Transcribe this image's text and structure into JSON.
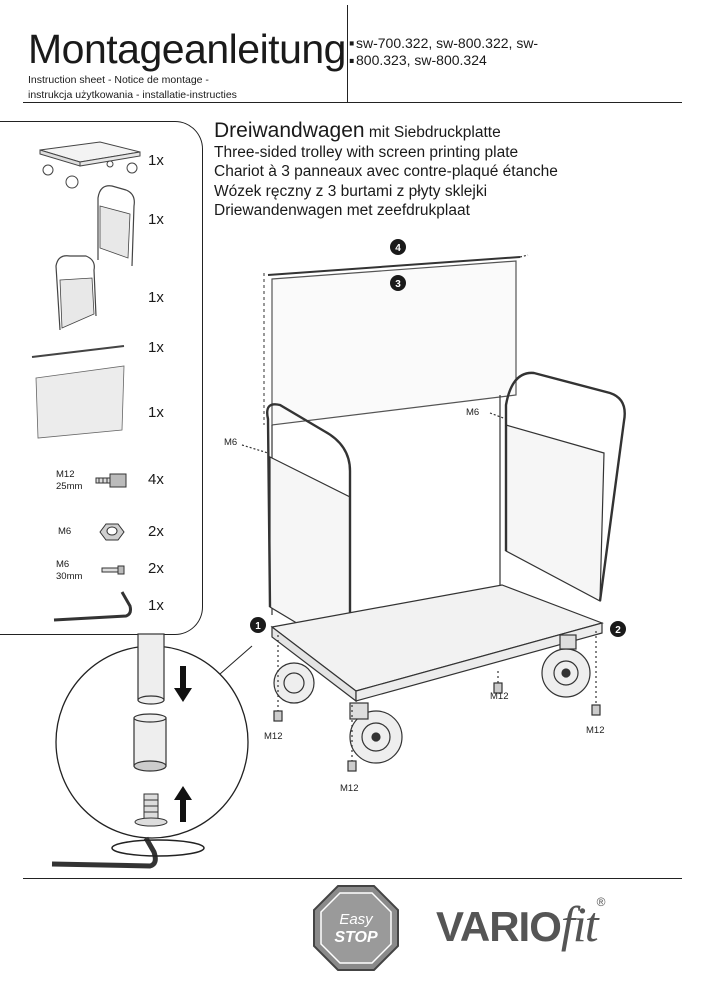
{
  "header": {
    "title": "Montageanleitung:",
    "models": "sw-700.322, sw-800.322, sw-800.323, sw-800.324",
    "subtitle_line1": "Instruction sheet - Notice de montage  -",
    "subtitle_line2": "instrukcja użytkowania - installatie-instructies"
  },
  "product": {
    "name_de_main": "Dreiwandwagen",
    "name_de_rest": " mit Siebdruckplatte",
    "name_en": "Three-sided trolley with screen printing plate",
    "name_fr": "Chariot à 3 panneaux avec contre-plaqué étanche",
    "name_pl": "Wózek ręczny z 3 burtami z płyty sklejki",
    "name_nl": "Driewandenwagen met zeefdrukplaat"
  },
  "parts": [
    {
      "label": "",
      "qty": "1x",
      "icon": "trolley-base-icon"
    },
    {
      "label": "",
      "qty": "1x",
      "icon": "side-frame-icon"
    },
    {
      "label": "",
      "qty": "1x",
      "icon": "side-frame-icon"
    },
    {
      "label": "",
      "qty": "1x",
      "icon": "rod-icon"
    },
    {
      "label": "",
      "qty": "1x",
      "icon": "panel-icon"
    },
    {
      "label": "M12\n25mm",
      "qty": "4x",
      "icon": "screw-icon"
    },
    {
      "label": "M6",
      "qty": "2x",
      "icon": "nut-icon"
    },
    {
      "label": "M6\n30mm",
      "qty": "2x",
      "icon": "small-screw-icon"
    },
    {
      "label": "",
      "qty": "1x",
      "icon": "allen-key-icon"
    }
  ],
  "diagram": {
    "steps": [
      "1",
      "2",
      "3",
      "4"
    ],
    "tags": {
      "m6_left": "M6",
      "m6_right": "M6",
      "m12_front_left": "M12",
      "m12_front_center": "M12",
      "m12_rear": "M12",
      "m12_right": "M12"
    }
  },
  "footer": {
    "badge_line1": "Easy",
    "badge_line2": "STOP",
    "brand_main": "VARIO",
    "brand_fit": "fit",
    "brand_reg": "®"
  },
  "colors": {
    "ink": "#1a1a1a",
    "badge_gray": "#8a8a8a",
    "brand_gray": "#555555"
  }
}
